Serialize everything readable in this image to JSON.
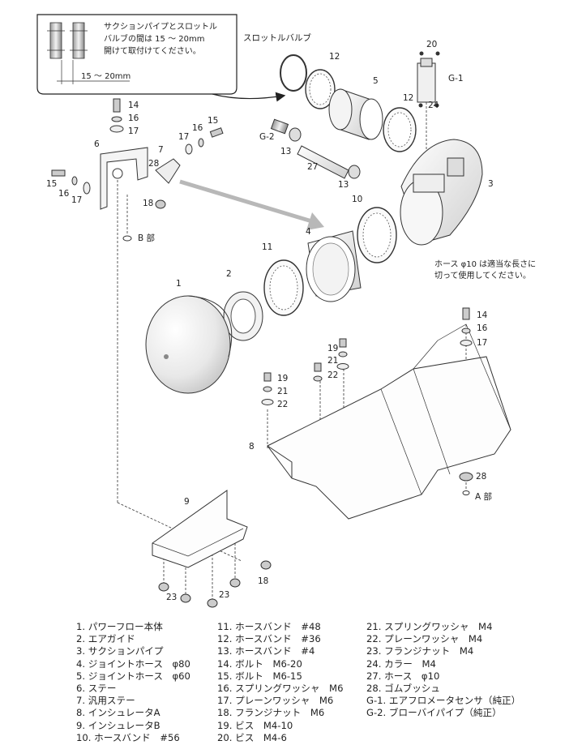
{
  "note": {
    "lines": [
      "サクションパイプとスロットル",
      "バルブの間は 15 ～ 20mm",
      "開けて取付けてください。"
    ],
    "dimension": "15 ～ 20mm"
  },
  "labels": {
    "throttle_valve": "スロットルバルブ",
    "hose_note_line1": "ホース φ10 は適当な長さに",
    "hose_note_line2": "切って使用してください。",
    "b_part": "B 部",
    "a_part": "A 部",
    "g1": "G-1",
    "g2": "G-2"
  },
  "callouts": {
    "n1": "1",
    "n2": "2",
    "n3": "3",
    "n4": "4",
    "n5": "5",
    "n6": "6",
    "n7": "7",
    "n8": "8",
    "n9": "9",
    "n10": "10",
    "n11": "11",
    "n12a": "12",
    "n12b": "12",
    "n13a": "13",
    "n13b": "13",
    "n14a": "14",
    "n14b": "14",
    "n15a": "15",
    "n15b": "15",
    "n16a": "16",
    "n16b": "16",
    "n16c": "16",
    "n17a": "17",
    "n17b": "17",
    "n17c": "17",
    "n17d": "17",
    "n18a": "18",
    "n18b": "18",
    "n19a": "19",
    "n19b": "19",
    "n20": "20",
    "n21a": "21",
    "n21b": "21",
    "n22a": "22",
    "n22b": "22",
    "n23a": "23",
    "n23b": "23",
    "n24": "24",
    "n27": "27",
    "n28a": "28",
    "n28b": "28"
  },
  "parts_list": {
    "col1": [
      "1. パワーフロー本体",
      "2. エアガイド",
      "3. サクションパイプ",
      "4. ジョイントホース　φ80",
      "5. ジョイントホース　φ60",
      "6. ステー",
      "7. 汎用ステー",
      "8. インシュレータA",
      "9. インシュレータB",
      "10. ホースバンド　#56"
    ],
    "col2": [
      "11. ホースバンド　#48",
      "12. ホースバンド　#36",
      "13. ホースバンド　#4",
      "14. ボルト　M6-20",
      "15. ボルト　M6-15",
      "16. スプリングワッシャ　M6",
      "17. プレーンワッシャ　M6",
      "18. フランジナット　M6",
      "19. ビス　M4-10",
      "20. ビス　M4-6"
    ],
    "col3": [
      "21. スプリングワッシャ　M4",
      "22. プレーンワッシャ　M4",
      "23. フランジナット　M4",
      "24. カラー　M4",
      "27. ホース　φ10",
      "28. ゴムブッシュ",
      "G-1. エアフロメータセンサ（純正）",
      "G-2. ブローバイパイプ（純正）"
    ]
  }
}
